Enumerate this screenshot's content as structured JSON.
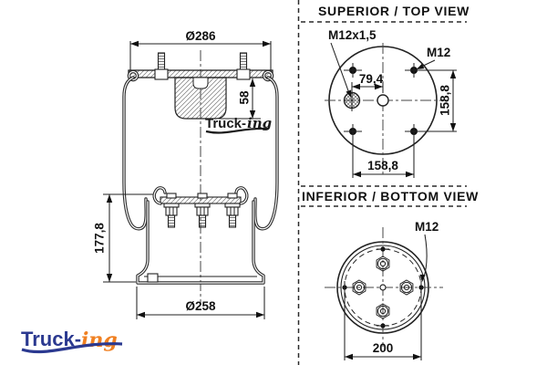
{
  "side_view": {
    "d286": "Ø286",
    "d58": "58",
    "d1778": "177,8",
    "d258": "Ø258"
  },
  "top_view": {
    "title": "SUPERIOR / TOP VIEW",
    "fitting_label": "M12x1,5",
    "stud_label": "M12",
    "d794": "79,4",
    "d1588_v": "158,8",
    "d1588_h": "158,8"
  },
  "bottom_view": {
    "title": "INFERIOR / BOTTOM VIEW",
    "stud_label": "M12",
    "d200": "200"
  },
  "watermark": {
    "part1": "Truck-",
    "part2": "ing"
  },
  "brand": {
    "part1": "Truck-",
    "part2": "ing",
    "blue": "#2B3990",
    "orange": "#F08022"
  }
}
